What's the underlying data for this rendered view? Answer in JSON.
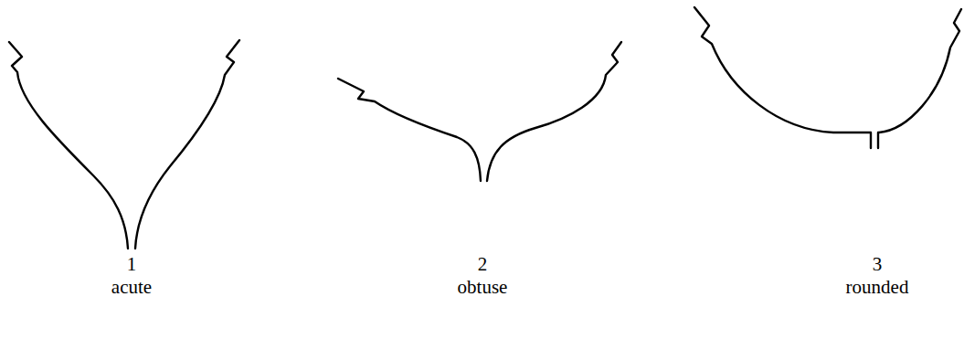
{
  "diagram": {
    "labels": [
      "1",
      "acute",
      "2",
      "obtuse",
      "3",
      "rounded"
    ]
  }
}
